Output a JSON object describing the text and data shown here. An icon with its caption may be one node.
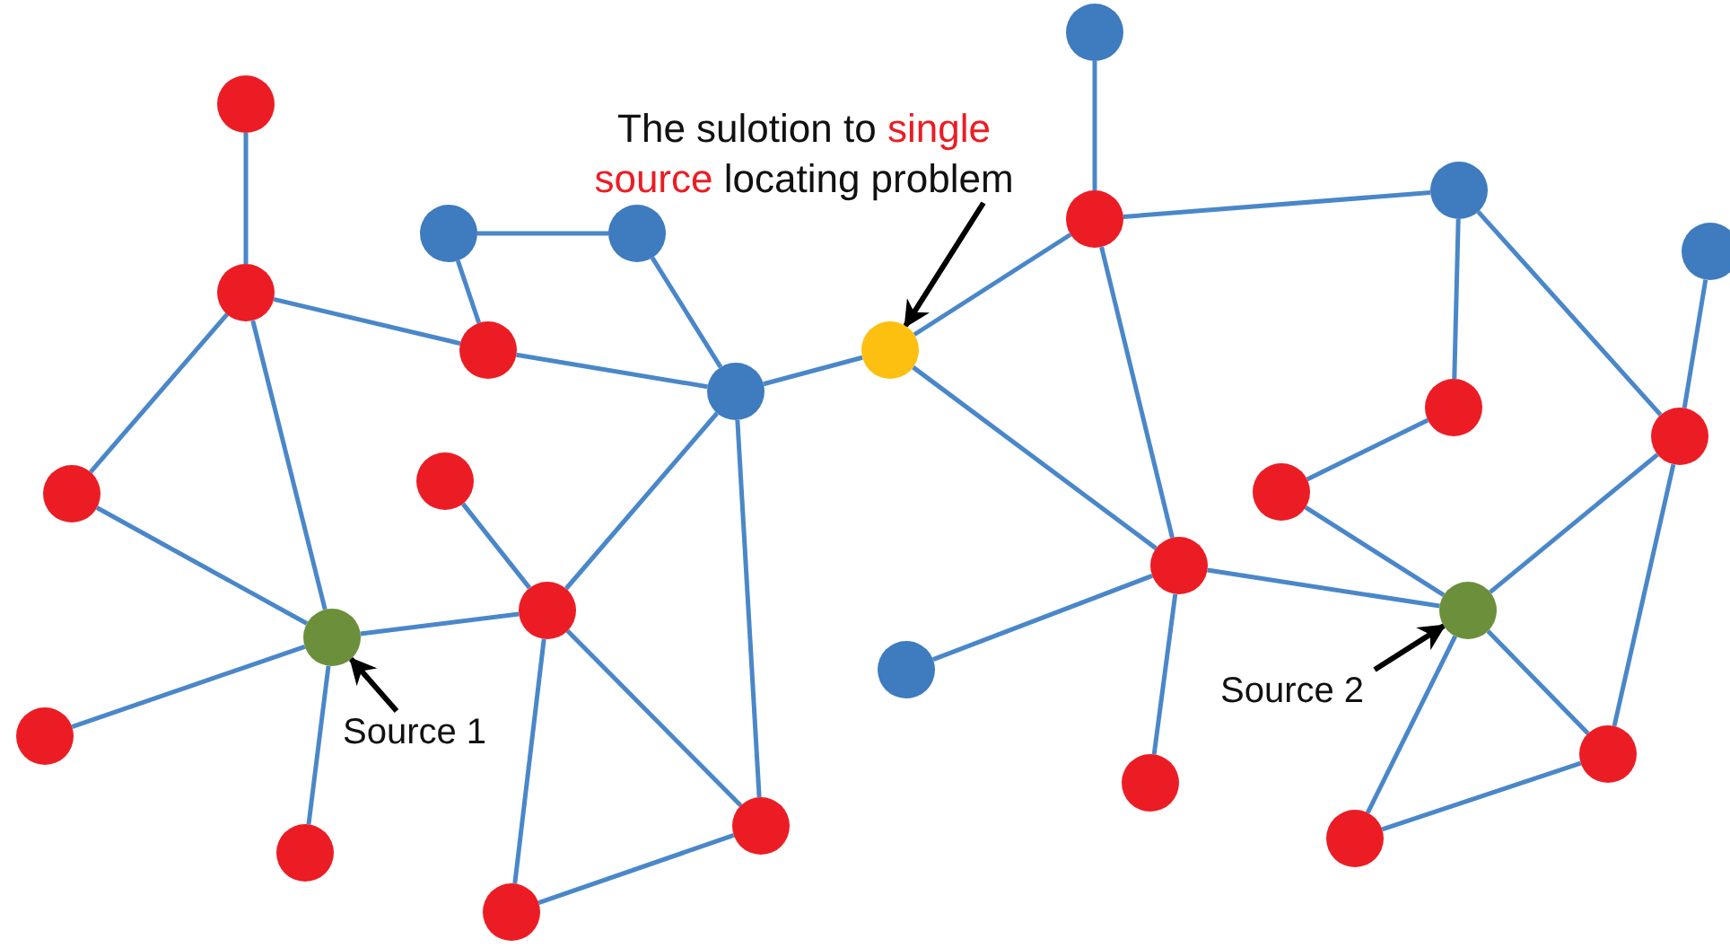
{
  "diagram": {
    "nodes": [
      {
        "text": [
          "The sulotion to",
          "single source",
          "locating problem"
        ]
      },
      {
        "text": [
          "Source 1"
        ]
      },
      {
        "text": [
          "Source 2"
        ]
      },
      {
        "text": [],
        "shape": "circle"
      },
      {
        "text": [],
        "shape": "circle"
      },
      {
        "text": [],
        "shape": "circle"
      },
      {
        "text": [],
        "shape": "circle"
      },
      {
        "text": [],
        "shape": "circle"
      },
      {
        "text": [],
        "shape": "circle"
      },
      {
        "text": [],
        "shape": "circle"
      },
      {
        "text": [],
        "shape": "circle"
      },
      {
        "text": [],
        "shape": "circle"
      },
      {
        "text": [],
        "shape": "circle"
      },
      {
        "text": [],
        "shape": "circle"
      },
      {
        "text": [],
        "shape": "circle"
      },
      {
        "text": [],
        "shape": "circle"
      },
      {
        "text": [],
        "shape": "circle"
      },
      {
        "text": [],
        "shape": "circle"
      },
      {
        "text": [],
        "shape": "circle"
      },
      {
        "text": [],
        "shape": "circle"
      },
      {
        "text": [],
        "shape": "circle"
      },
      {
        "text": [],
        "shape": "circle"
      },
      {
        "text": [],
        "shape": "circle"
      },
      {
        "text": [],
        "shape": "circle"
      },
      {
        "text": [],
        "shape": "circle"
      },
      {
        "text": [],
        "shape": "circle"
      },
      {
        "text": [],
        "shape": "circle"
      },
      {
        "text": [],
        "shape": "circle"
      },
      {
        "text": [],
        "shape": "circle"
      },
      {
        "text": [],
        "shape": "circle"
      },
      {
        "text": [],
        "shape": "circle"
      }
    ],
    "edges": [
      {
        "from": 0,
        "to": 17,
        "arrow": "to",
        "color": "#000000"
      },
      {
        "from": 1,
        "to": 8,
        "arrow": "to",
        "color": "#000000"
      },
      {
        "from": 2,
        "to": 27,
        "arrow": "to",
        "color": "#000000"
      },
      {
        "from": 5,
        "to": 6,
        "arrow": "none"
      },
      {
        "from": 6,
        "to": 11,
        "arrow": "none"
      },
      {
        "from": 6,
        "to": 4,
        "arrow": "none"
      },
      {
        "from": 6,
        "to": 8,
        "arrow": "none"
      },
      {
        "from": 4,
        "to": 8,
        "arrow": "none"
      },
      {
        "from": 10,
        "to": 14,
        "arrow": "none"
      },
      {
        "from": 10,
        "to": 11,
        "arrow": "none"
      },
      {
        "from": 14,
        "to": 15,
        "arrow": "none"
      },
      {
        "from": 11,
        "to": 15,
        "arrow": "none"
      },
      {
        "from": 15,
        "to": 17,
        "arrow": "none"
      },
      {
        "from": 15,
        "to": 13,
        "arrow": "none"
      },
      {
        "from": 15,
        "to": 16,
        "arrow": "none"
      },
      {
        "from": 9,
        "to": 13,
        "arrow": "none"
      },
      {
        "from": 8,
        "to": 13,
        "arrow": "none"
      },
      {
        "from": 13,
        "to": 12,
        "arrow": "none"
      },
      {
        "from": 13,
        "to": 16,
        "arrow": "none"
      },
      {
        "from": 16,
        "to": 12,
        "arrow": "none"
      },
      {
        "from": 8,
        "to": 3,
        "arrow": "none"
      },
      {
        "from": 8,
        "to": 7,
        "arrow": "none"
      },
      {
        "from": 17,
        "to": 20,
        "arrow": "none"
      },
      {
        "from": 17,
        "to": 22,
        "arrow": "none"
      },
      {
        "from": 20,
        "to": 19,
        "arrow": "none"
      },
      {
        "from": 20,
        "to": 26,
        "arrow": "none"
      },
      {
        "from": 20,
        "to": 22,
        "arrow": "none"
      },
      {
        "from": 26,
        "to": 25,
        "arrow": "none"
      },
      {
        "from": 26,
        "to": 29,
        "arrow": "none"
      },
      {
        "from": 25,
        "to": 23,
        "arrow": "none"
      },
      {
        "from": 23,
        "to": 27,
        "arrow": "none"
      },
      {
        "from": 22,
        "to": 27,
        "arrow": "none"
      },
      {
        "from": 22,
        "to": 21,
        "arrow": "none"
      },
      {
        "from": 22,
        "to": 18,
        "arrow": "none"
      },
      {
        "from": 30,
        "to": 29,
        "arrow": "none"
      },
      {
        "from": 29,
        "to": 27,
        "arrow": "none"
      },
      {
        "from": 29,
        "to": 28,
        "arrow": "none"
      },
      {
        "from": 27,
        "to": 28,
        "arrow": "none"
      },
      {
        "from": 27,
        "to": 24,
        "arrow": "none"
      },
      {
        "from": 28,
        "to": 24,
        "arrow": "none"
      }
    ]
  }
}
